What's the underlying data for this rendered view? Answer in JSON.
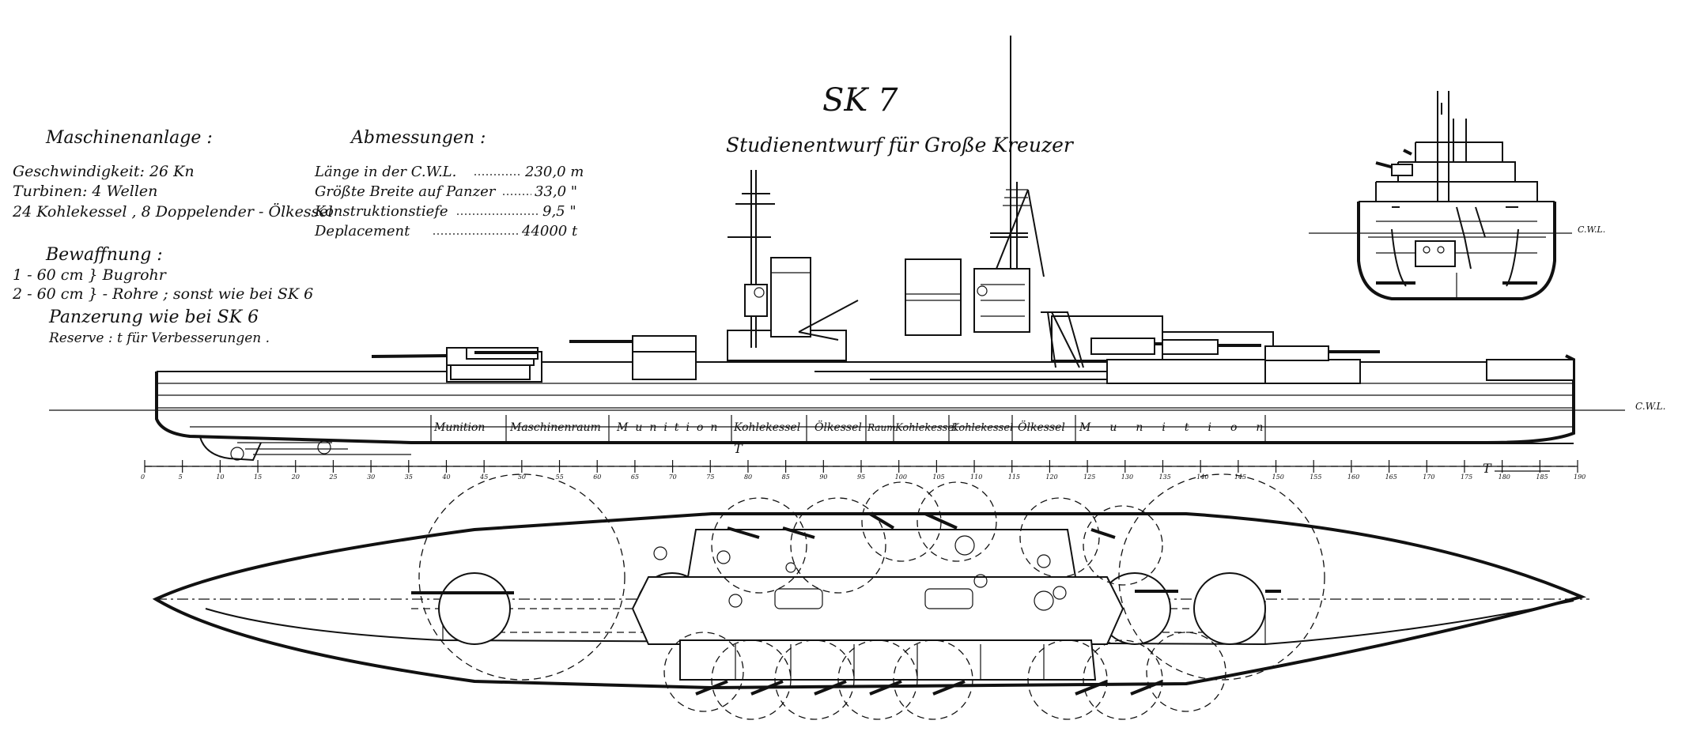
{
  "title": "SK 7",
  "subtitle": "Studienentwurf für Große Kreuzer",
  "machinery": {
    "heading": "Maschinenanlage :",
    "lines": [
      "Geschwindigkeit: 26 Kn",
      "Turbinen: 4 Wellen",
      "24 Kohlekessel , 8 Doppelender - Ölkessel"
    ]
  },
  "armament": {
    "heading": "Bewaffnung :",
    "lines": [
      "1 - 60 cm } Bugrohr",
      "2 - 60 cm } - Rohre ; sonst wie bei SK 6"
    ]
  },
  "armor": {
    "heading": "Panzerung wie bei SK 6",
    "reserve": "Reserve :            t für Verbesserungen ."
  },
  "dimensions": {
    "heading": "Abmessungen :",
    "rows": [
      {
        "label": "Länge in der C.W.L.",
        "value": "230,0 m"
      },
      {
        "label": "Größte Breite auf Panzer",
        "value": "33,0 \""
      },
      {
        "label": "Konstruktionstiefe",
        "value": "9,5 \""
      },
      {
        "label": "Deplacement",
        "value": "44000 t"
      }
    ]
  },
  "waterline_label": "C.W.L.",
  "compartments": [
    "Munition",
    "Maschinenraum",
    "Munition",
    "Kohlekessel",
    "Ölkessel",
    "Raum",
    "Kohlekessel",
    "Kohlekessel",
    "Ölkessel",
    "Munition"
  ],
  "frame_scale": [
    "0",
    "5",
    "10",
    "15",
    "20",
    "25",
    "30",
    "35",
    "40",
    "45",
    "50",
    "55",
    "60",
    "65",
    "70",
    "75",
    "80",
    "85",
    "90",
    "95",
    "100",
    "105",
    "110",
    "115",
    "120",
    "125",
    "130",
    "135",
    "140",
    "145",
    "150",
    "155",
    "160",
    "165",
    "170",
    "175",
    "180",
    "185",
    "190"
  ]
}
